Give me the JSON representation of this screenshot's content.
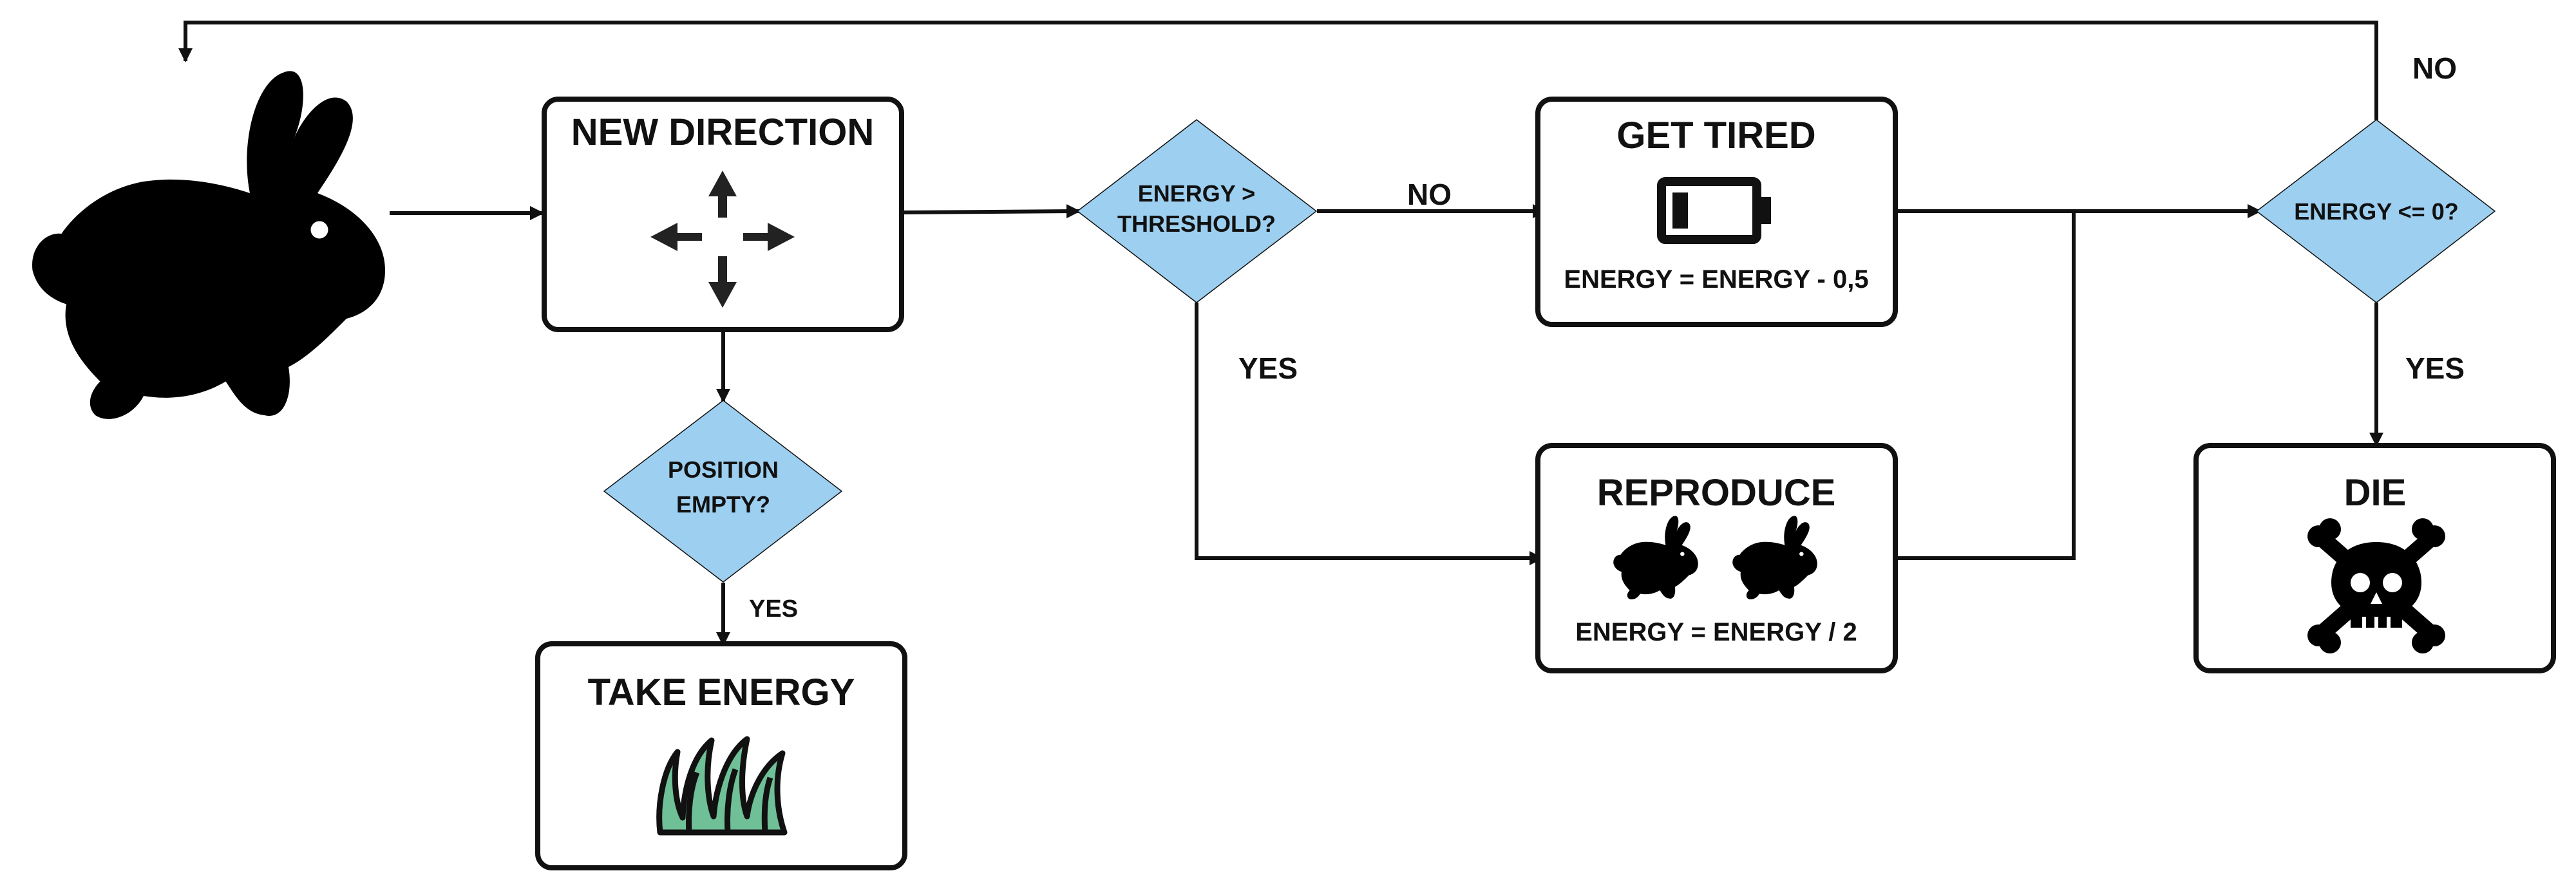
{
  "colors": {
    "decision_fill": "#9dcff0",
    "line": "#111111",
    "grass_fill": "#6fbf97",
    "silhouette": "#000000"
  },
  "nodes": {
    "new_direction": {
      "title": "NEW DIRECTION",
      "icon": "four-way-arrows-icon"
    },
    "take_energy": {
      "title": "TAKE ENERGY",
      "icon": "grass-icon"
    },
    "get_tired": {
      "title": "GET TIRED",
      "subtitle": "ENERGY = ENERGY - 0,5",
      "icon": "low-battery-icon"
    },
    "reproduce": {
      "title": "REPRODUCE",
      "subtitle": "ENERGY = ENERGY / 2",
      "icon": "rabbits-icon"
    },
    "die": {
      "title": "DIE",
      "icon": "skull-crossbones-icon"
    }
  },
  "decisions": {
    "position_empty": {
      "line1": "POSITION",
      "line2": "EMPTY?"
    },
    "energy_threshold": {
      "line1": "ENERGY >",
      "line2": "THRESHOLD?"
    },
    "energy_zero": {
      "line1": "ENERGY <= 0?"
    }
  },
  "edge_labels": {
    "position_yes": "YES",
    "threshold_no": "NO",
    "threshold_yes": "YES",
    "zero_no": "NO",
    "zero_yes": "YES"
  },
  "start_icon": "rabbit-icon"
}
